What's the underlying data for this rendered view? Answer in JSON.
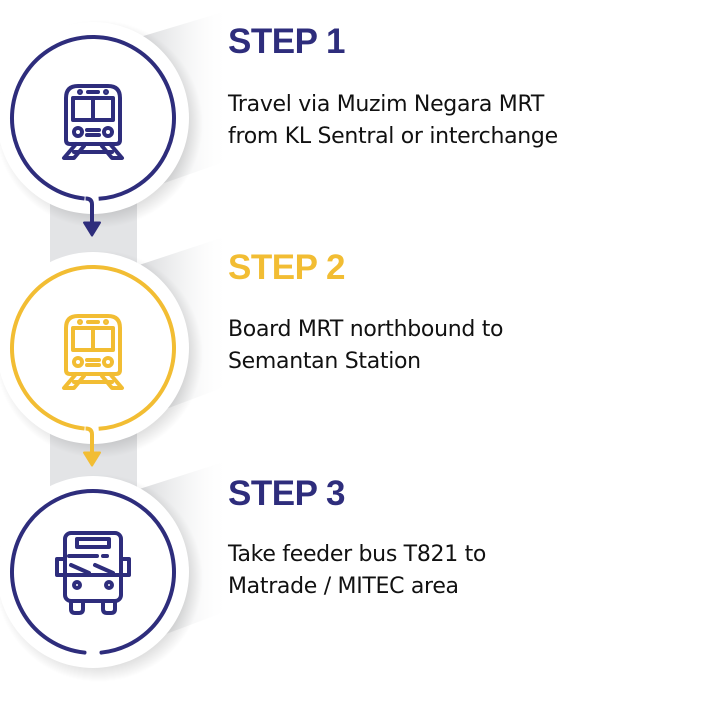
{
  "colors": {
    "navy": "#2e2d7c",
    "yellow": "#f2bd33",
    "connector_gray": "#e3e4e6",
    "text_dark": "#111111"
  },
  "steps": [
    {
      "title": "STEP 1",
      "color": "navy",
      "icon": "train-icon",
      "description_lines": [
        "Travel via Muzim Negara MRT",
        "from KL Sentral or interchange"
      ]
    },
    {
      "title": "STEP 2",
      "color": "yellow",
      "icon": "train-icon",
      "description_lines": [
        "Board MRT northbound to",
        "Semantan Station"
      ]
    },
    {
      "title": "STEP 3",
      "color": "navy",
      "icon": "bus-icon",
      "description_lines": [
        "Take feeder bus T821 to",
        "Matrade / MITEC area"
      ]
    }
  ]
}
